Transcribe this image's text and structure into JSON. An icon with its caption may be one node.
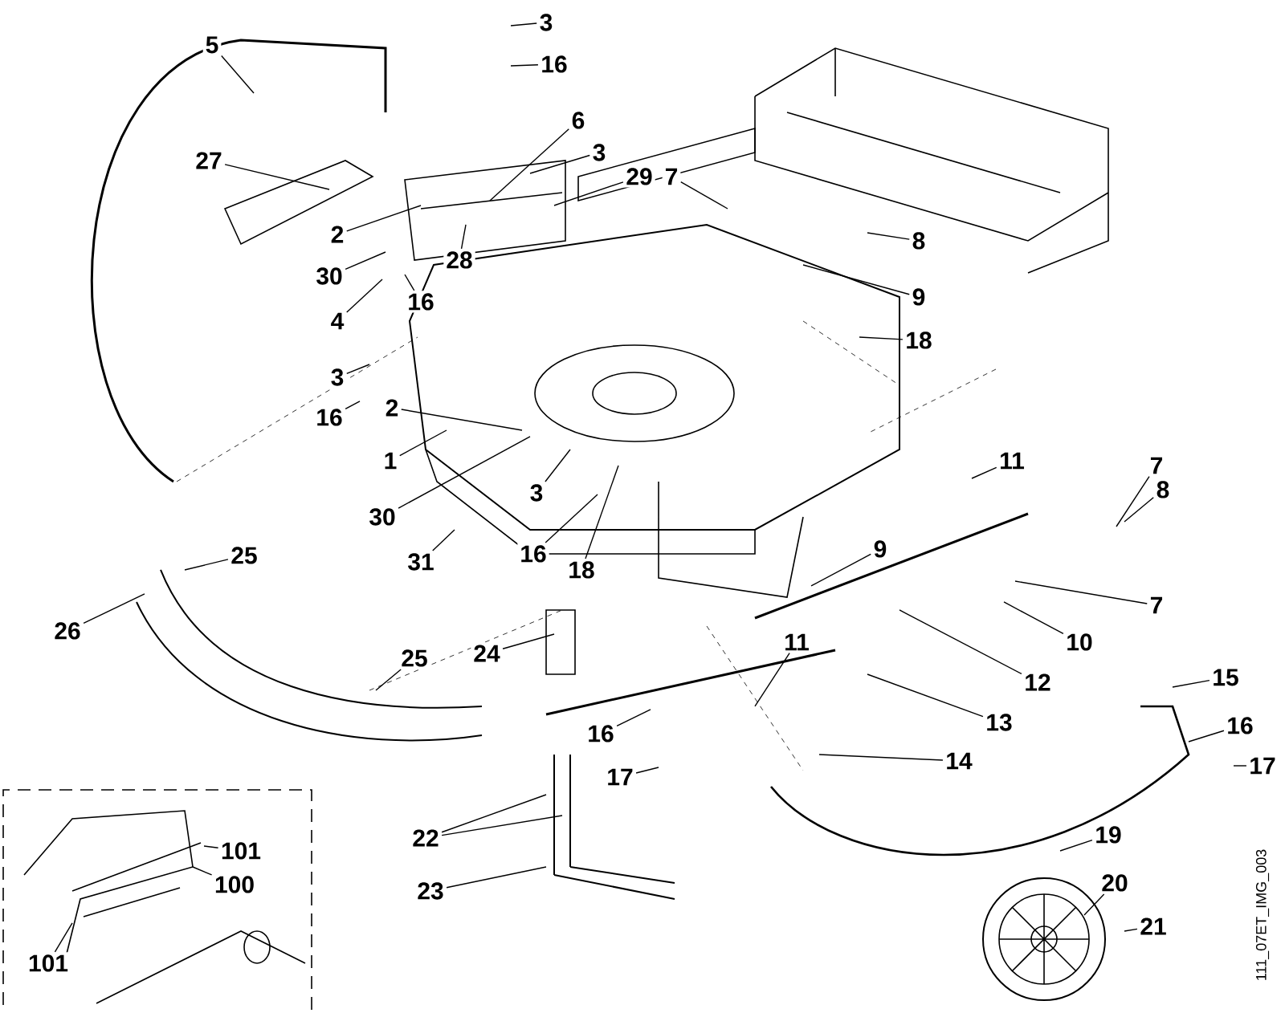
{
  "diagram": {
    "nodes": [
      {
        "text": [
          "5"
        ]
      },
      {
        "text": [
          "3"
        ]
      },
      {
        "text": [
          "16"
        ]
      },
      {
        "text": [
          "6"
        ]
      },
      {
        "text": [
          "3"
        ]
      },
      {
        "text": [
          "29"
        ]
      },
      {
        "text": [
          "27"
        ]
      },
      {
        "text": [
          "2"
        ]
      },
      {
        "text": [
          "28"
        ]
      },
      {
        "text": [
          "30"
        ]
      },
      {
        "text": [
          "16"
        ]
      },
      {
        "text": [
          "4"
        ]
      },
      {
        "text": [
          "3"
        ]
      },
      {
        "text": [
          "16"
        ]
      },
      {
        "text": [
          "7"
        ]
      },
      {
        "text": [
          "8"
        ]
      },
      {
        "text": [
          "9"
        ]
      },
      {
        "text": [
          "18"
        ]
      },
      {
        "text": [
          "2"
        ]
      },
      {
        "text": [
          "1"
        ]
      },
      {
        "text": [
          "30"
        ]
      },
      {
        "text": [
          "3"
        ]
      },
      {
        "text": [
          "31"
        ]
      },
      {
        "text": [
          "16"
        ]
      },
      {
        "text": [
          "18"
        ]
      },
      {
        "text": [
          "11"
        ]
      },
      {
        "text": [
          "7"
        ]
      },
      {
        "text": [
          "8"
        ]
      },
      {
        "text": [
          "9"
        ]
      },
      {
        "text": [
          "7"
        ]
      },
      {
        "text": [
          "10"
        ]
      },
      {
        "text": [
          "12"
        ]
      },
      {
        "text": [
          "25"
        ]
      },
      {
        "text": [
          "26"
        ]
      },
      {
        "text": [
          "24"
        ]
      },
      {
        "text": [
          "11"
        ]
      },
      {
        "text": [
          "13"
        ]
      },
      {
        "text": [
          "25"
        ]
      },
      {
        "text": [
          "15"
        ]
      },
      {
        "text": [
          "16"
        ]
      },
      {
        "text": [
          "16"
        ]
      },
      {
        "text": [
          "17"
        ]
      },
      {
        "text": [
          "14"
        ]
      },
      {
        "text": [
          "17"
        ]
      },
      {
        "text": [
          "22"
        ]
      },
      {
        "text": [
          "23"
        ]
      },
      {
        "text": [
          "19"
        ]
      },
      {
        "text": [
          "20"
        ]
      },
      {
        "text": [
          "21"
        ]
      },
      {
        "text": [],
        "shape": "box"
      },
      {
        "text": [
          "101"
        ],
        "in": 49
      },
      {
        "text": [
          "100"
        ],
        "in": 49
      },
      {
        "text": [
          "101"
        ],
        "in": 49
      }
    ],
    "edges": [
      {
        "from": 0,
        "to": null,
        "arrow": "none"
      },
      {
        "from": 1,
        "to": null,
        "arrow": "none"
      },
      {
        "from": 2,
        "to": null,
        "arrow": "none"
      },
      {
        "from": 3,
        "to": null,
        "arrow": "none"
      },
      {
        "from": 4,
        "to": null,
        "arrow": "none"
      },
      {
        "from": 5,
        "to": null,
        "arrow": "none"
      },
      {
        "from": 6,
        "to": null,
        "arrow": "none"
      },
      {
        "from": 7,
        "to": null,
        "arrow": "none"
      },
      {
        "from": 8,
        "to": null,
        "arrow": "none"
      },
      {
        "from": 9,
        "to": null,
        "arrow": "none"
      },
      {
        "from": 10,
        "to": null,
        "arrow": "none"
      },
      {
        "from": 11,
        "to": null,
        "arrow": "none"
      },
      {
        "from": 12,
        "to": null,
        "arrow": "none"
      },
      {
        "from": 13,
        "to": null,
        "arrow": "none"
      },
      {
        "from": 14,
        "to": null,
        "arrow": "none"
      },
      {
        "from": 15,
        "to": null,
        "arrow": "none"
      },
      {
        "from": 16,
        "to": null,
        "arrow": "none"
      },
      {
        "from": 17,
        "to": null,
        "arrow": "none"
      },
      {
        "from": 18,
        "to": null,
        "arrow": "none"
      },
      {
        "from": 19,
        "to": null,
        "arrow": "none"
      },
      {
        "from": 20,
        "to": null,
        "arrow": "none"
      },
      {
        "from": 21,
        "to": null,
        "arrow": "none"
      },
      {
        "from": 22,
        "to": null,
        "arrow": "none"
      },
      {
        "from": 23,
        "to": null,
        "arrow": "none"
      },
      {
        "from": 24,
        "to": null,
        "arrow": "none"
      },
      {
        "from": 25,
        "to": null,
        "arrow": "none"
      },
      {
        "from": 26,
        "to": null,
        "arrow": "none"
      },
      {
        "from": 27,
        "to": null,
        "arrow": "none"
      },
      {
        "from": 28,
        "to": null,
        "arrow": "none"
      },
      {
        "from": 29,
        "to": null,
        "arrow": "none"
      },
      {
        "from": 30,
        "to": null,
        "arrow": "none"
      },
      {
        "from": 31,
        "to": null,
        "arrow": "none"
      },
      {
        "from": 32,
        "to": null,
        "arrow": "none"
      },
      {
        "from": 33,
        "to": null,
        "arrow": "none"
      },
      {
        "from": 34,
        "to": null,
        "arrow": "none"
      },
      {
        "from": 35,
        "to": null,
        "arrow": "none"
      },
      {
        "from": 36,
        "to": null,
        "arrow": "none"
      },
      {
        "from": 37,
        "to": null,
        "arrow": "none"
      },
      {
        "from": 38,
        "to": null,
        "arrow": "none"
      },
      {
        "from": 39,
        "to": null,
        "arrow": "none"
      },
      {
        "from": 40,
        "to": null,
        "arrow": "none"
      },
      {
        "from": 41,
        "to": null,
        "arrow": "none"
      },
      {
        "from": 42,
        "to": null,
        "arrow": "none"
      },
      {
        "from": 43,
        "to": null,
        "arrow": "none"
      },
      {
        "from": 44,
        "to": null,
        "arrow": "none"
      },
      {
        "from": 44,
        "to": null,
        "arrow": "none"
      },
      {
        "from": 45,
        "to": null,
        "arrow": "none"
      },
      {
        "from": 46,
        "to": null,
        "arrow": "none"
      },
      {
        "from": 47,
        "to": null,
        "arrow": "none"
      },
      {
        "from": 48,
        "to": null,
        "arrow": "none"
      },
      {
        "from": 50,
        "to": null,
        "arrow": "none"
      },
      {
        "from": 51,
        "to": null,
        "arrow": "none"
      },
      {
        "from": 52,
        "to": null,
        "arrow": "none"
      }
    ],
    "labels": [
      "111_07ET_IMG_003"
    ]
  }
}
